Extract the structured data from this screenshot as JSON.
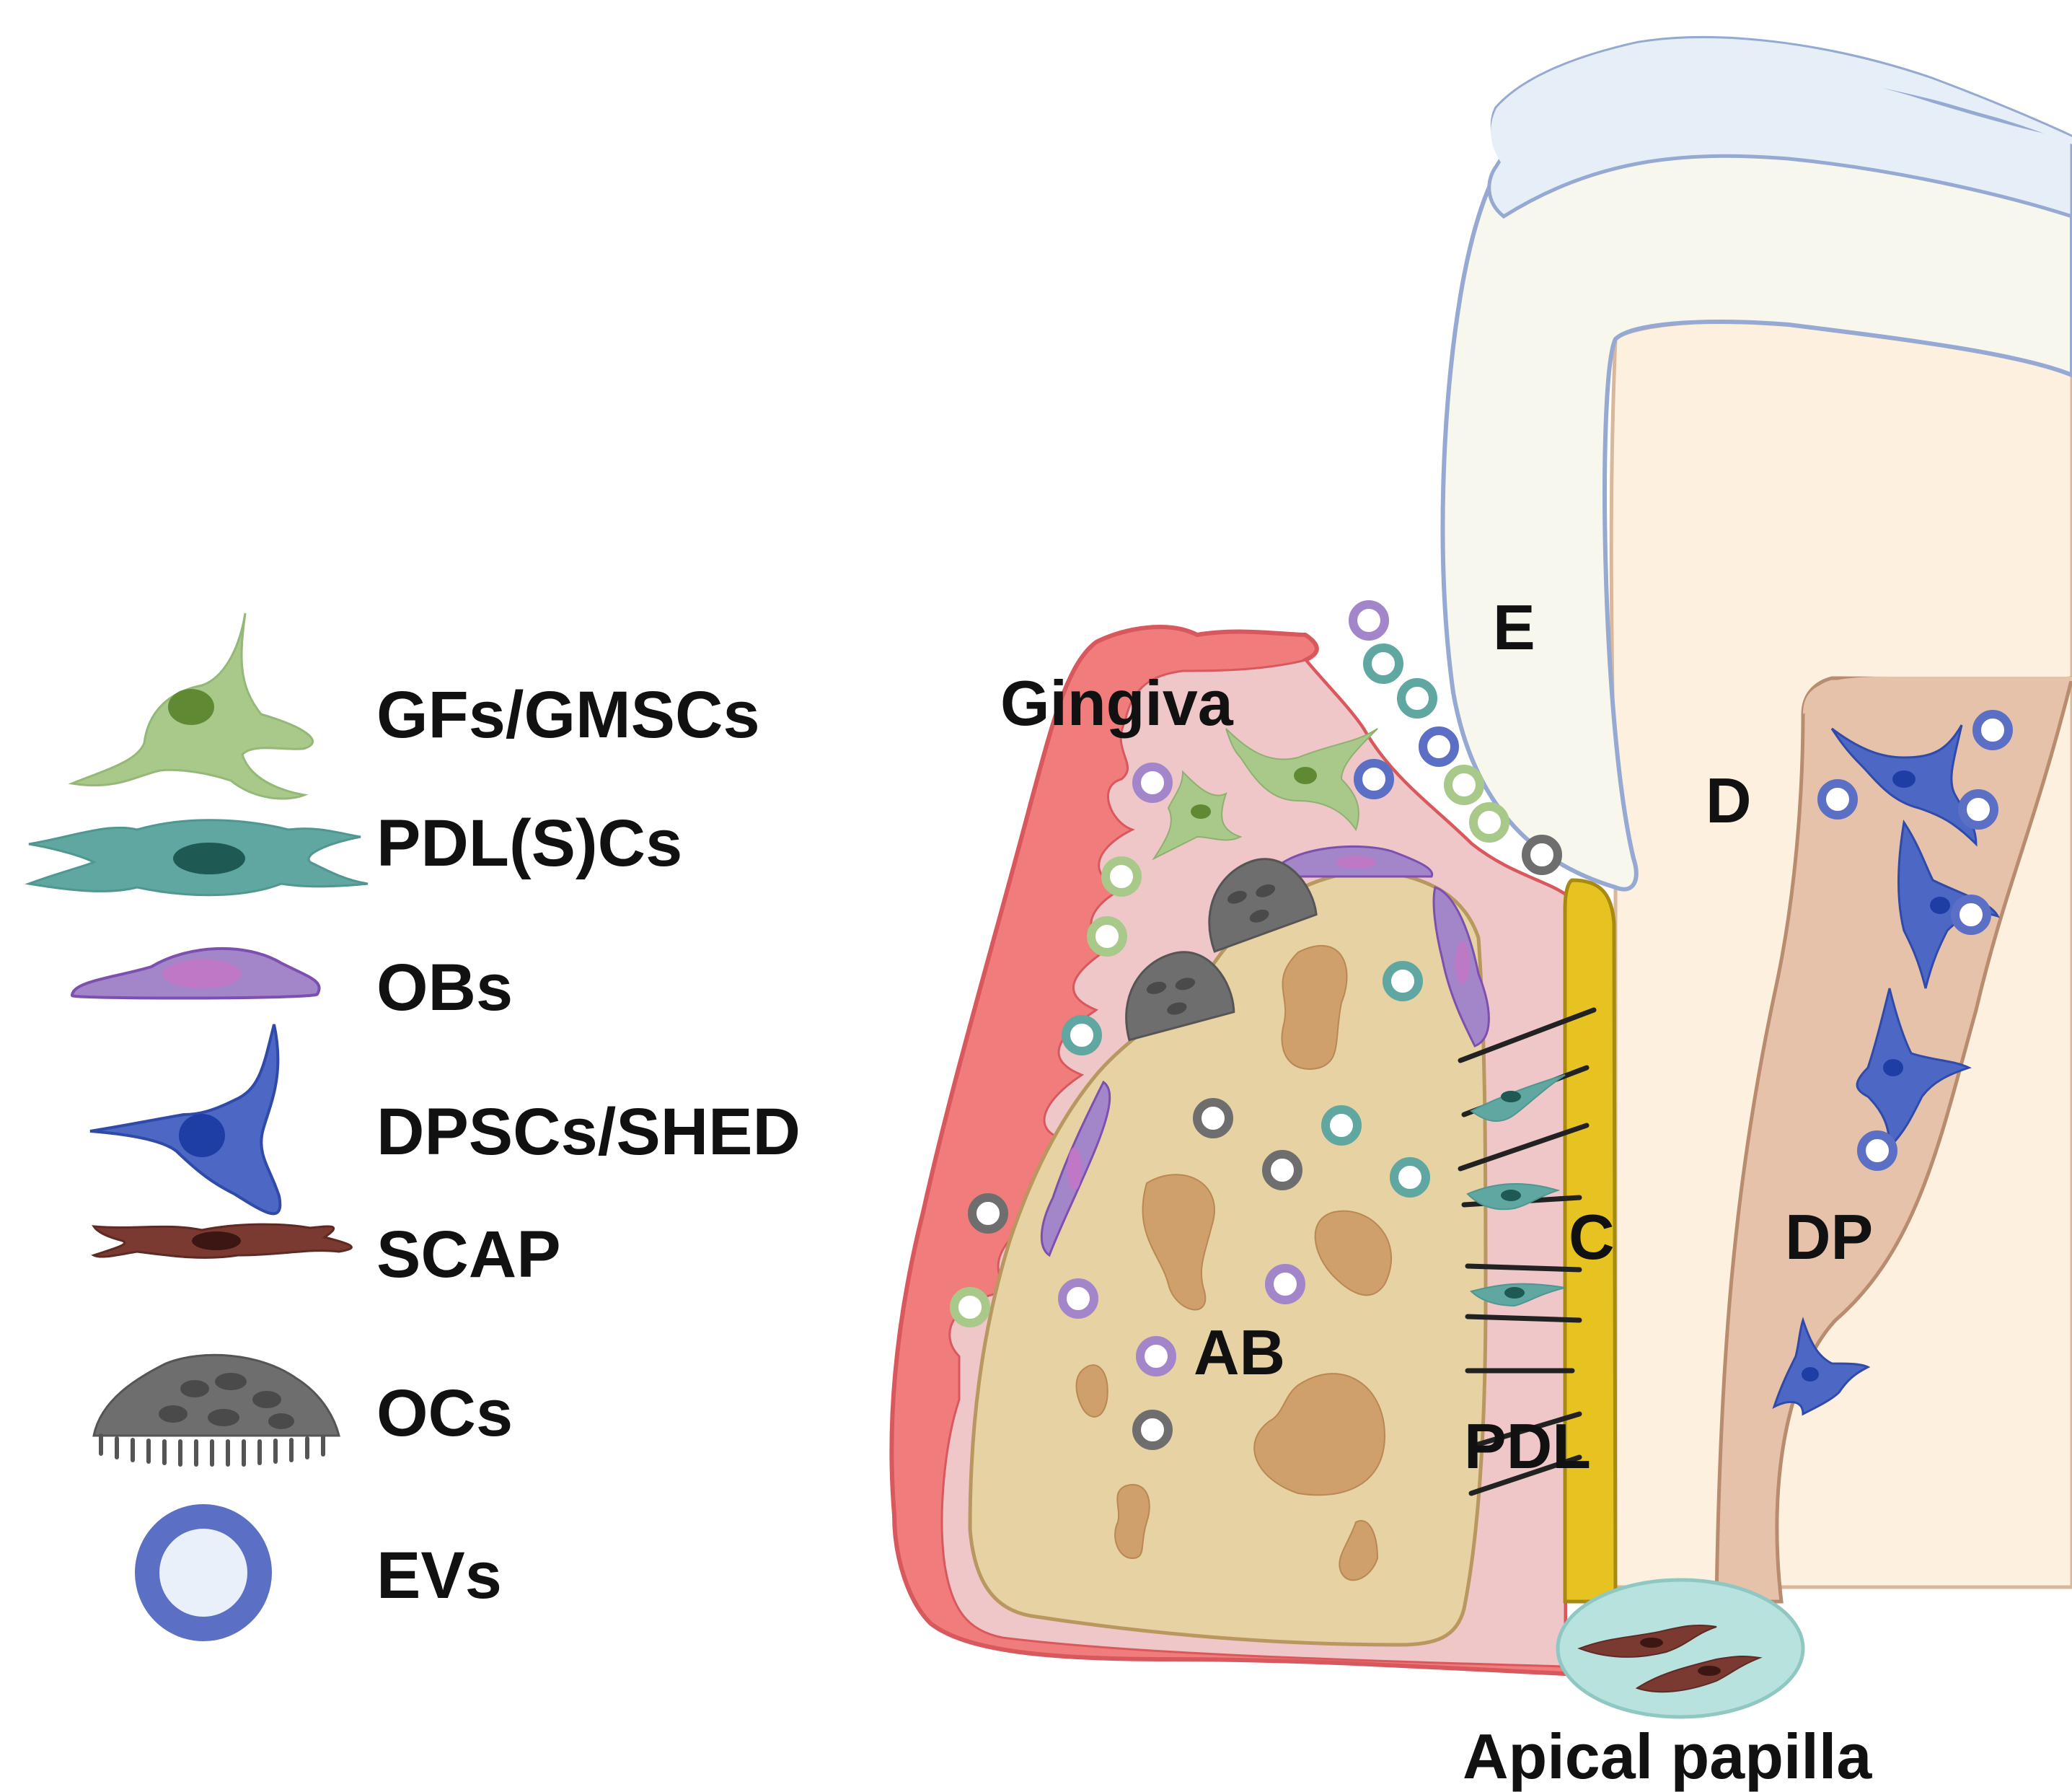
{
  "legend": {
    "items": [
      {
        "label": "GFs/GMSCs",
        "icon": "gingival-fibroblast-icon",
        "color": "#a9c98a"
      },
      {
        "label": "PDL(S)Cs",
        "icon": "pdl-cell-icon",
        "color": "#5fa7a0"
      },
      {
        "label": "OBs",
        "icon": "osteoblast-icon",
        "color": "#a286c9"
      },
      {
        "label": "DPSCs/SHED",
        "icon": "dental-pulp-stem-cell-icon",
        "color": "#4c68c4"
      },
      {
        "label": "SCAP",
        "icon": "apical-papilla-stem-cell-icon",
        "color": "#7a3a32"
      },
      {
        "label": "OCs",
        "icon": "osteoclast-icon",
        "color": "#6e6e6e"
      },
      {
        "label": "EVs",
        "icon": "extracellular-vesicle-icon",
        "color": "#5b6fc4"
      }
    ]
  },
  "regions": {
    "enamel": "E",
    "dentin": "D",
    "dental_pulp": "DP",
    "gingiva": "Gingiva",
    "alveolar_bone": "AB",
    "cementum": "C",
    "periodontal_ligament": "PDL",
    "apical_papilla": "Apical papilla"
  },
  "colors": {
    "enamel": "#f7f7ee",
    "tooth_outline": "#96a9d2",
    "dentin": "#fdf0df",
    "pulp": "#e6c2ab",
    "gingiva_outer": "#f07d7b",
    "gingiva_inner": "#efc7c9",
    "bone": "#e7d2a4",
    "bone_lacuna": "#cfa06c",
    "cementum": "#e6c320",
    "papilla": "#b8e2de",
    "ev_purple": "#a286c9",
    "ev_teal": "#5fa7a0",
    "ev_blue": "#5b6fc4",
    "ev_green": "#a9c98a",
    "ev_gray": "#6e6e6e"
  }
}
